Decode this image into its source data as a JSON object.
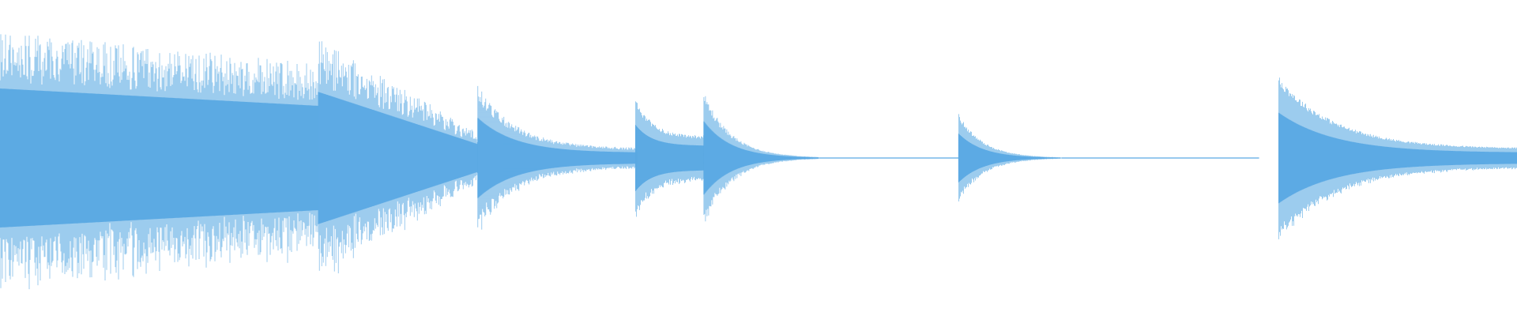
{
  "waveform": {
    "color": "#5aa9e3",
    "background": "#ffffff",
    "segments": [
      {
        "start": 0.0,
        "end": 0.21,
        "attack": 0.0,
        "peak": 0.4,
        "tail": 0.3,
        "noise": 0.4,
        "kind": "dense"
      },
      {
        "start": 0.21,
        "end": 0.315,
        "attack": 0.0,
        "peak": 0.38,
        "tail": 0.08,
        "noise": 0.4,
        "kind": "dense"
      },
      {
        "start": 0.315,
        "end": 0.42,
        "attack": 0.0,
        "peak": 0.23,
        "tail": 0.03,
        "noise": 0.22,
        "kind": "decay"
      },
      {
        "start": 0.419,
        "end": 0.464,
        "attack": 0.0,
        "peak": 0.19,
        "tail": 0.07,
        "noise": 0.15,
        "kind": "decay"
      },
      {
        "start": 0.464,
        "end": 0.54,
        "attack": 0.0,
        "peak": 0.21,
        "tail": 0.0,
        "noise": 0.18,
        "kind": "decay"
      },
      {
        "start": 0.632,
        "end": 0.7,
        "attack": 0.0,
        "peak": 0.14,
        "tail": 0.0,
        "noise": 0.15,
        "kind": "decay"
      },
      {
        "start": 0.843,
        "end": 1.0,
        "attack": 0.0,
        "peak": 0.26,
        "tail": 0.03,
        "noise": 0.12,
        "kind": "decay"
      }
    ],
    "flatline": [
      {
        "start": 0.54,
        "end": 0.632
      },
      {
        "start": 0.7,
        "end": 0.83
      }
    ]
  }
}
